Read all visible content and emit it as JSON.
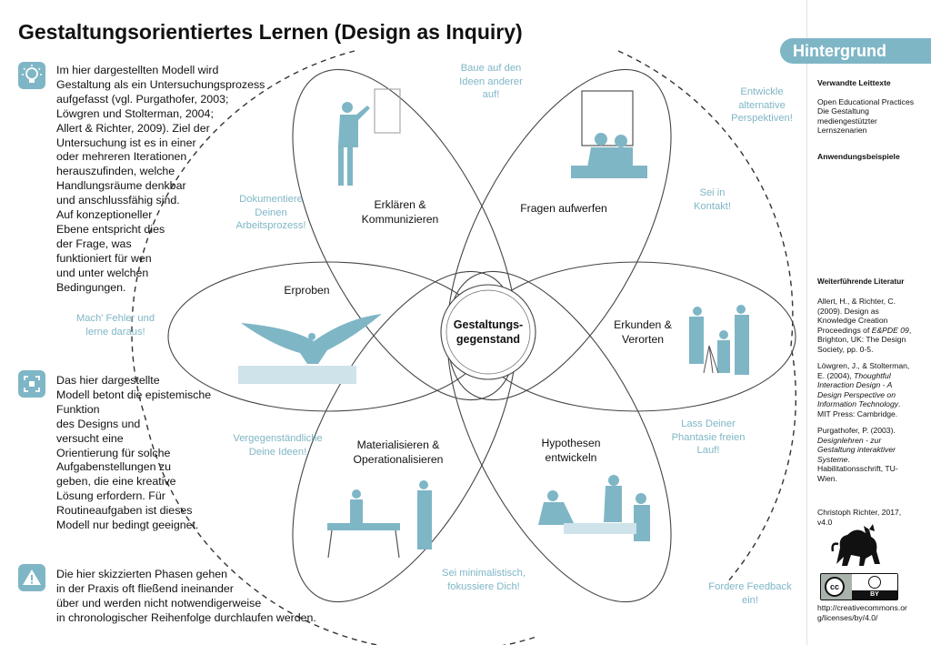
{
  "title": "Gestaltungsorientiertes Lernen (Design as Inquiry)",
  "sidebar": {
    "badge": "Hintergrund",
    "related_heading": "Verwandte Leittexte",
    "related_items": [
      "Open Educational Practices",
      "Die Gestaltung",
      "mediengestützter",
      "Lernszenarien"
    ],
    "examples_heading": "Anwendungsbeispiele",
    "literature_heading": "Weiterführende Literatur",
    "refs": {
      "r1": {
        "a": "Allert, H., & Richter, C.",
        "b": "(2009). Design as",
        "c": "Knowledge Creation",
        "d": "Proceedings of ",
        "d_i": "E&PDE 09",
        "d2": ",",
        "e": "Brighton, UK: The Design",
        "f": "Society, pp. 0-5."
      },
      "r2": {
        "a": "Löwgren, J., & Stolterman,",
        "b": "E. (2004), ",
        "b_i": "Thoughtful",
        "c": "Interaction Design - A",
        "d": "Design Perspective on",
        "e": "Information Technology",
        "e2": ".",
        "f": "MIT Press: Cambridge."
      },
      "r3": {
        "a": "Purgathofer, P. (2003).",
        "b": "Designlehren - zur",
        "c": "Gestaltung interaktiver",
        "d": "Systeme",
        "d2": ".",
        "e": "Habilitationsschrift, TU-",
        "f": "Wien."
      }
    },
    "author_line1": "Christoph Richter, 2017,",
    "author_line2": "v4.0",
    "license_badge": "BY",
    "license_url1": "http://creativecommons.or",
    "license_url2": "g/licenses/by/4.0/"
  },
  "intro": {
    "lines": [
      "Im hier dargestellten Modell wird",
      "Gestaltung als ein Untersuchungsprozess",
      "aufgefasst (vgl. Purgathofer, 2003;",
      "Löwgren und Stolterman, 2004;",
      "Allert & Richter, 2009). Ziel der",
      "Untersuchung ist es in einer",
      "oder mehreren Iterationen",
      "herauszufinden, welche",
      "Handlungsräume denkbar",
      "und anschlussfähig sind.",
      "Auf konzeptioneller",
      "Ebene entspricht dies",
      "der Frage, was",
      "funktioniert für wen",
      "und unter welchen",
      "Bedingungen."
    ]
  },
  "focus": {
    "lines": [
      "Das hier dargestellte",
      "Modell betont die epistemische",
      "Funktion",
      "des Designs und",
      "versucht eine",
      "Orientierung für solche",
      "Aufgabenstellungen zu",
      "geben, die eine kreative",
      "Lösung erfordern. Für",
      "Routineaufgaben ist dieses",
      "Modell nur bedingt geeignet."
    ]
  },
  "warning": {
    "lines": [
      "Die hier skizzierten Phasen gehen",
      "in der Praxis oft fließend ineinander",
      "über und werden nicht notwendigerweise",
      "in chronologischer Reihenfolge durchlaufen werden."
    ]
  },
  "diagram": {
    "center": [
      "Gestaltungs-",
      "gegenstand"
    ],
    "phases": {
      "explain": [
        "Erklären &",
        "Kommunizieren"
      ],
      "question": [
        "Fragen aufwerfen"
      ],
      "test": [
        "Erproben"
      ],
      "explore": [
        "Erkunden &",
        "Verorten"
      ],
      "materialize": [
        "Materialisieren &",
        "Operationalisieren"
      ],
      "hypothesize": [
        "Hypothesen",
        "entwickeln"
      ]
    },
    "tips": {
      "build_on": [
        "Baue auf den",
        "Ideen anderer",
        "auf!"
      ],
      "develop_alt": [
        "Entwickle",
        "alternative",
        "Perspektiven!"
      ],
      "document": [
        "Dokumentiere",
        "Deinen",
        "Arbeitsprozess!"
      ],
      "contact": [
        "Sei in",
        "Kontakt!"
      ],
      "mistakes": [
        "Mach' Fehler und",
        "lerne daraus!"
      ],
      "imagination": [
        "Lass Deiner",
        "Phantasie freien",
        "Lauf!"
      ],
      "visualize": [
        "Vergegenständliche",
        "Deine Ideen!"
      ],
      "minimal": [
        "Sei minimalistisch,",
        "fokussiere Dich!"
      ],
      "feedback": [
        "Fordere Feedback",
        "ein!"
      ]
    }
  },
  "colors": {
    "accent": "#7fb6c6",
    "text": "#111111",
    "line": "#333333"
  },
  "icons": {
    "intro": "lightbulb-icon",
    "focus": "focus-frame-icon",
    "warning": "warning-icon",
    "author": "black-cat-icon",
    "license": "cc-by-icon"
  }
}
